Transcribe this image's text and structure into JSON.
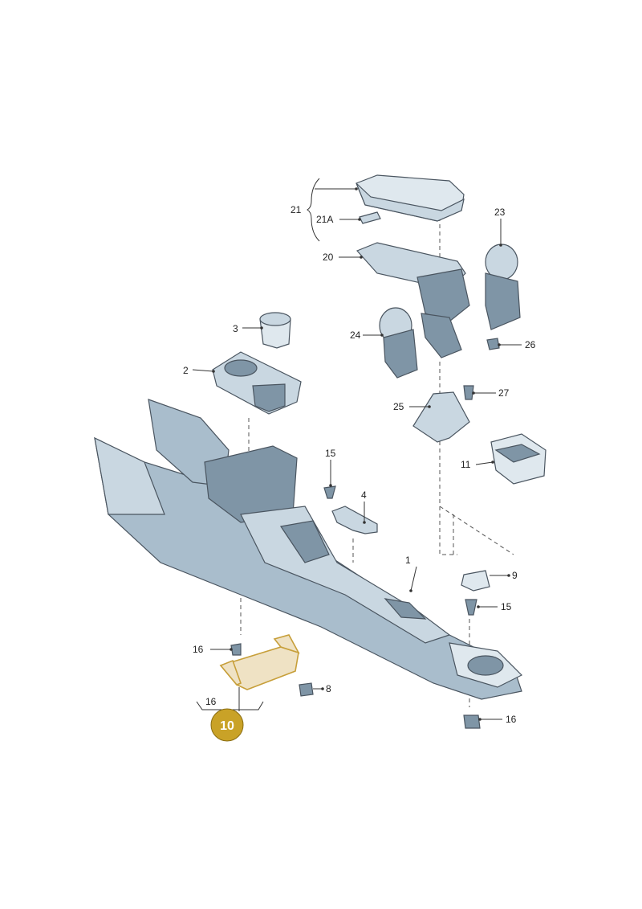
{
  "labels": {
    "l1": "1",
    "l2": "2",
    "l3": "3",
    "l4": "4",
    "l8": "8",
    "l9": "9",
    "l10": "10",
    "l11": "11",
    "l15a": "15",
    "l15b": "15",
    "l16a": "16",
    "l16b": "16",
    "l16c": "16",
    "l20": "20",
    "l21": "21",
    "l21a": "21A",
    "l23": "23",
    "l24": "24",
    "l25": "25",
    "l26": "26",
    "l27": "27"
  },
  "highlight": {
    "part": "10",
    "color": "#c9a227"
  }
}
